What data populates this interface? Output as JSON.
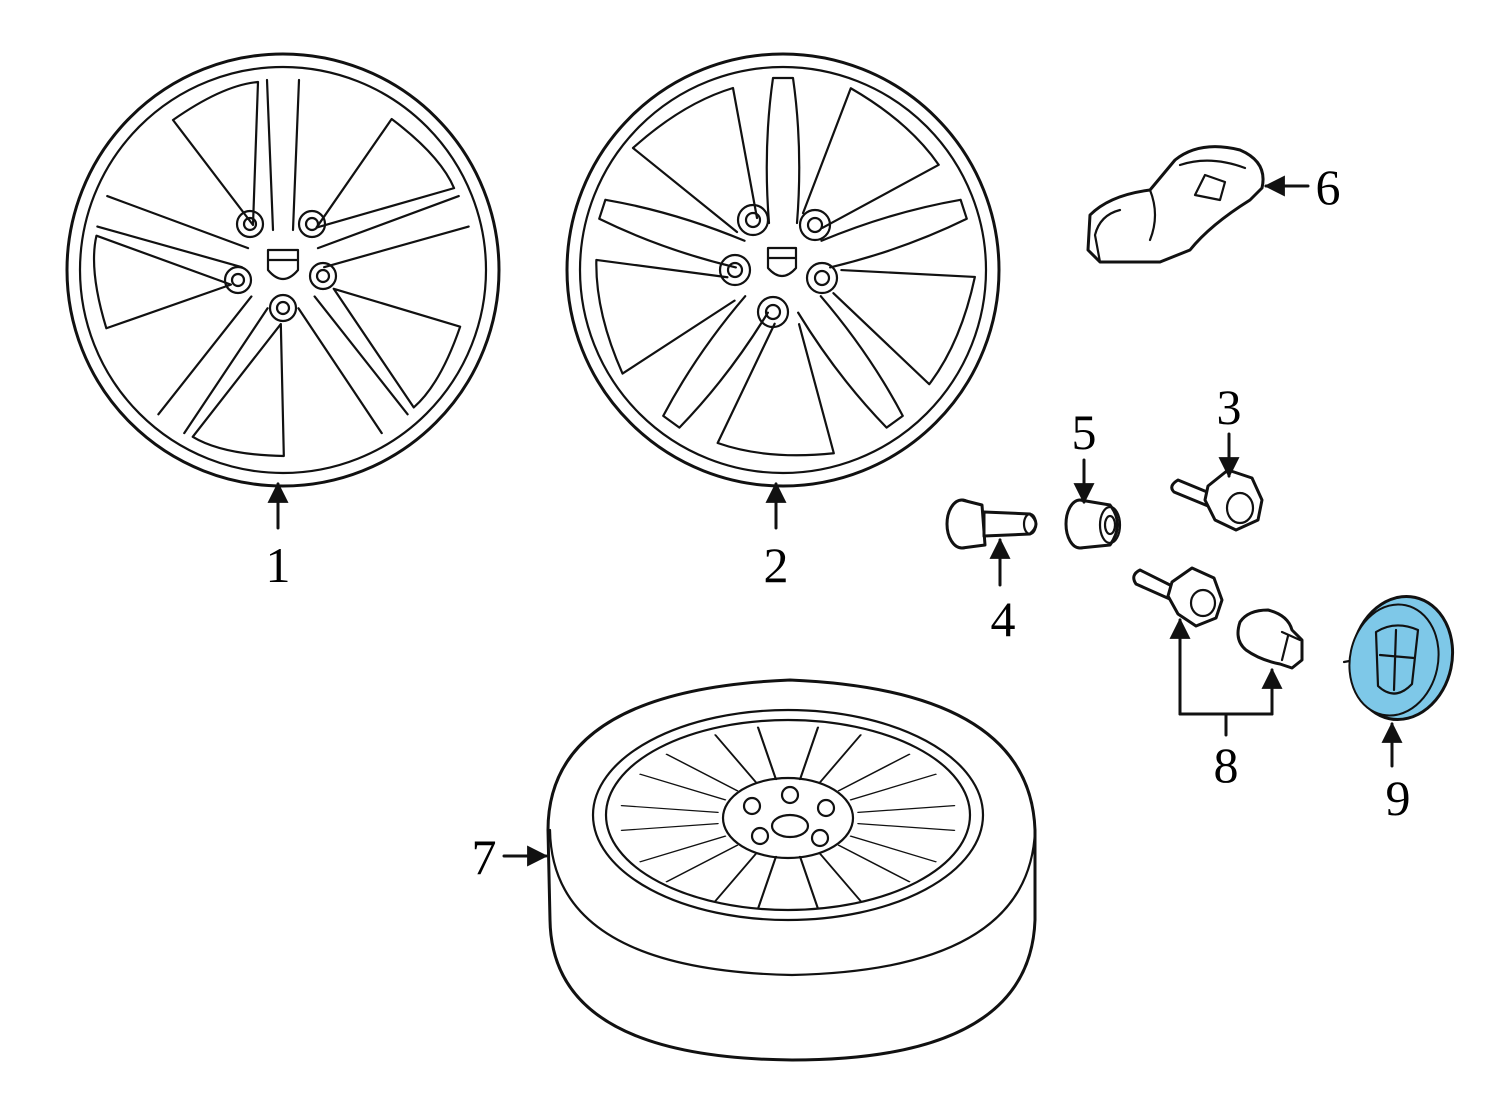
{
  "diagram": {
    "accent_color": "#7ec8e8",
    "callouts": [
      {
        "id": "1",
        "label": "1"
      },
      {
        "id": "2",
        "label": "2"
      },
      {
        "id": "3",
        "label": "3"
      },
      {
        "id": "4",
        "label": "4"
      },
      {
        "id": "5",
        "label": "5"
      },
      {
        "id": "6",
        "label": "6"
      },
      {
        "id": "7",
        "label": "7"
      },
      {
        "id": "8",
        "label": "8"
      },
      {
        "id": "9",
        "label": "9"
      }
    ]
  }
}
